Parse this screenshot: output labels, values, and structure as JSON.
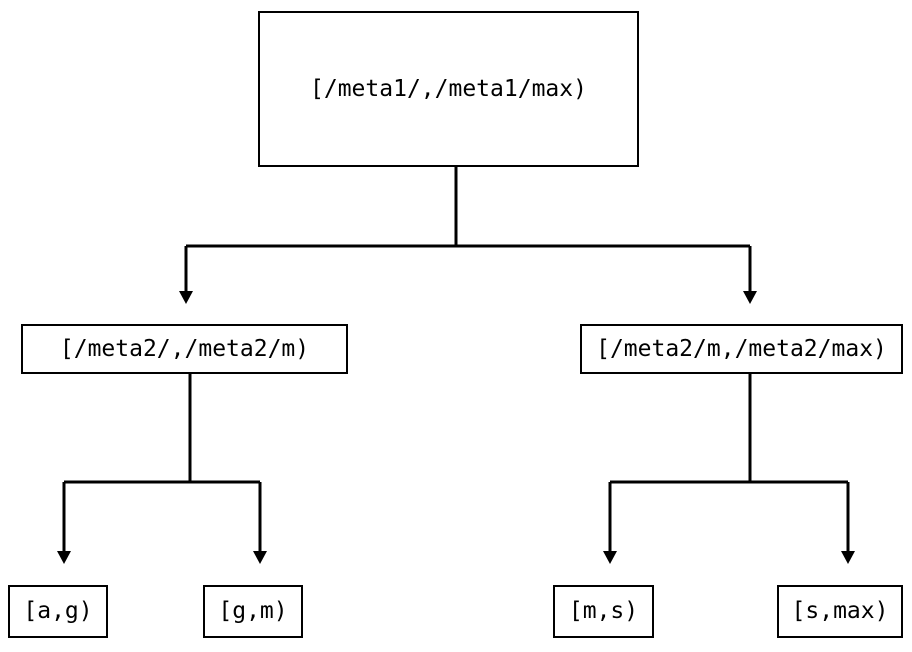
{
  "diagram": {
    "type": "tree",
    "orientation": "top-down",
    "background_color": "#ffffff",
    "line_color": "#000000",
    "text_color": "#000000",
    "nodes": {
      "root": {
        "label": "[/meta1/,/meta1/max)"
      },
      "meta2_lower": {
        "label": "[/meta2/,/meta2/m)"
      },
      "meta2_upper": {
        "label": "[/meta2/m,/meta2/max)"
      },
      "leaf_ag": {
        "label": "[a,g)"
      },
      "leaf_gm": {
        "label": "[g,m)"
      },
      "leaf_ms": {
        "label": "[m,s)"
      },
      "leaf_smax": {
        "label": "[s,max)"
      }
    },
    "edges": [
      {
        "from": "root",
        "to": "meta2_lower",
        "arrow": "down"
      },
      {
        "from": "root",
        "to": "meta2_upper",
        "arrow": "down"
      },
      {
        "from": "meta2_lower",
        "to": "leaf_ag",
        "arrow": "down"
      },
      {
        "from": "meta2_lower",
        "to": "leaf_gm",
        "arrow": "down"
      },
      {
        "from": "meta2_upper",
        "to": "leaf_ms",
        "arrow": "down"
      },
      {
        "from": "meta2_upper",
        "to": "leaf_smax",
        "arrow": "down"
      }
    ]
  }
}
